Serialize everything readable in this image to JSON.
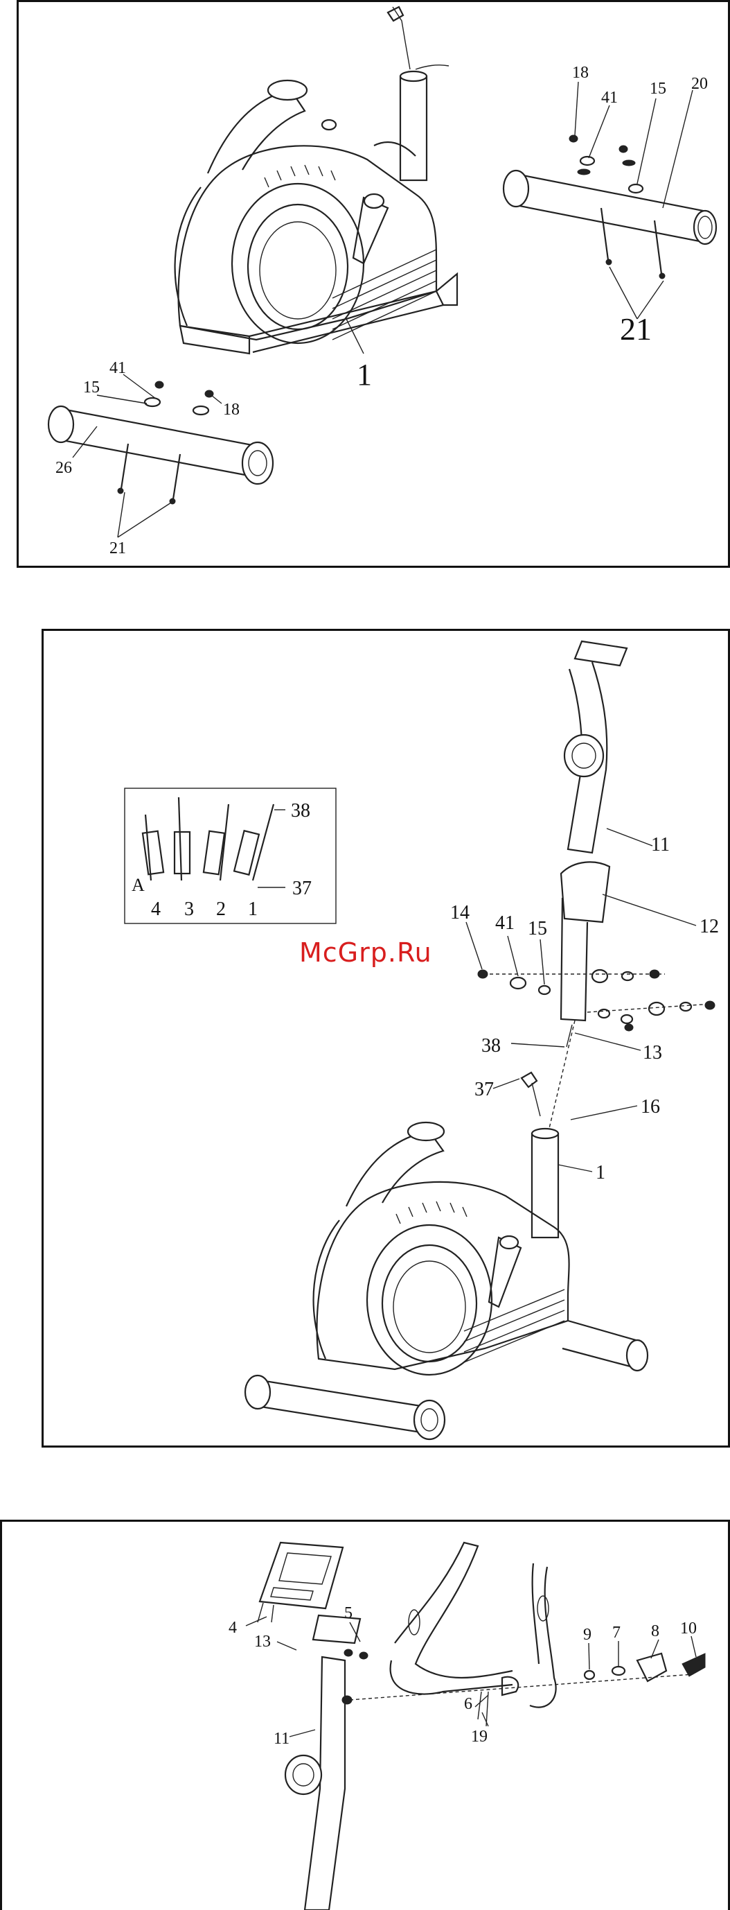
{
  "panel1": {
    "labels": [
      "18",
      "41",
      "15",
      "20",
      "21",
      "1",
      "41",
      "15",
      "18",
      "26",
      "21"
    ]
  },
  "panel2": {
    "inset_labels": [
      "38",
      "37",
      "A",
      "4",
      "3",
      "2",
      "1"
    ],
    "labels": [
      "11",
      "12",
      "14",
      "41",
      "15",
      "13",
      "38",
      "37",
      "16",
      "1"
    ]
  },
  "panel3": {
    "labels": [
      "4",
      "5",
      "13",
      "11",
      "9",
      "7",
      "8",
      "10",
      "6",
      "19"
    ]
  },
  "watermark": "McGrp.Ru",
  "colors": {
    "line": "#222222",
    "watermark": "#d81e1e",
    "background": "#ffffff"
  }
}
